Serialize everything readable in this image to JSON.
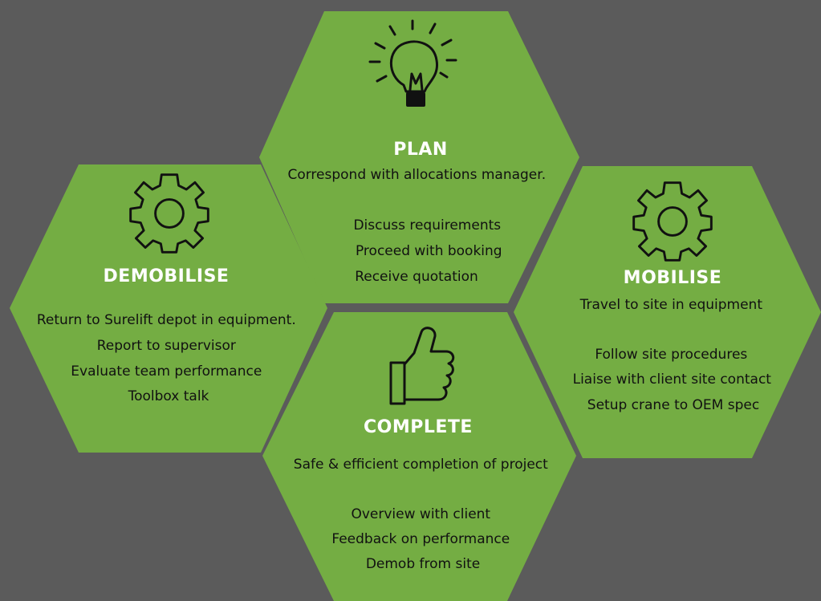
{
  "colors": {
    "background": "#5b5b5b",
    "hexagon": "#74ad43",
    "title": "#ffffff",
    "body": "#111111"
  },
  "plan": {
    "icon": "lightbulb-icon",
    "title": "PLAN",
    "lines": [
      "Correspond with allocations manager.",
      "",
      "Discuss requirements",
      "Proceed with booking",
      "Receive quotation"
    ]
  },
  "demobilise": {
    "icon": "gear-icon",
    "title": "DEMOBILISE",
    "lines": [
      "Return to Surelift depot in equipment.",
      "Report to supervisor",
      "Evaluate team performance",
      "Toolbox talk"
    ]
  },
  "mobilise": {
    "icon": "gear-icon",
    "title": "MOBILISE",
    "lines": [
      "Travel to site in equipment",
      "",
      "Follow site procedures",
      "Liaise with client site contact",
      "Setup crane to OEM spec"
    ]
  },
  "complete": {
    "icon": "thumbs-up-icon",
    "title": "COMPLETE",
    "lines": [
      "Safe & efficient completion of project",
      "",
      "Overview with client",
      "Feedback on performance",
      "Demob from site"
    ]
  }
}
